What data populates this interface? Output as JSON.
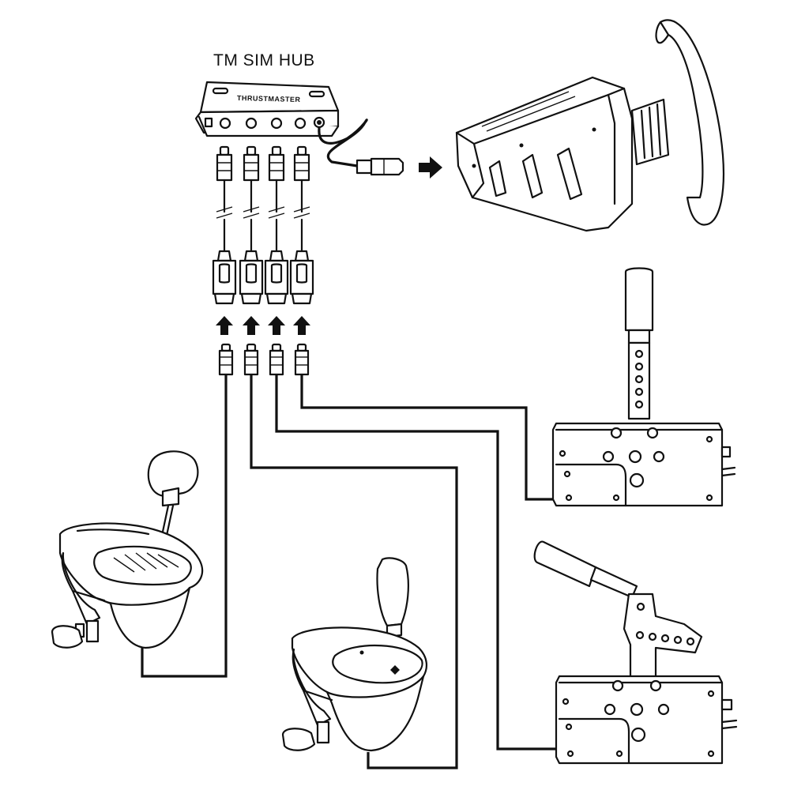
{
  "diagram": {
    "hub_title": "TM SIM HUB",
    "hub_brand": "THRUSTMASTER",
    "colors": {
      "line": "#111111",
      "background": "#ffffff"
    },
    "devices": [
      {
        "id": "wheelbase",
        "icon": "racing-wheel-base-icon"
      },
      {
        "id": "handbrake-top",
        "icon": "handbrake-icon"
      },
      {
        "id": "handbrake-bottom",
        "icon": "handbrake-lever-icon"
      },
      {
        "id": "h-shifter",
        "icon": "h-pattern-shifter-icon"
      },
      {
        "id": "sequential-shifter",
        "icon": "sequential-shifter-icon"
      }
    ],
    "port_count": 4
  }
}
